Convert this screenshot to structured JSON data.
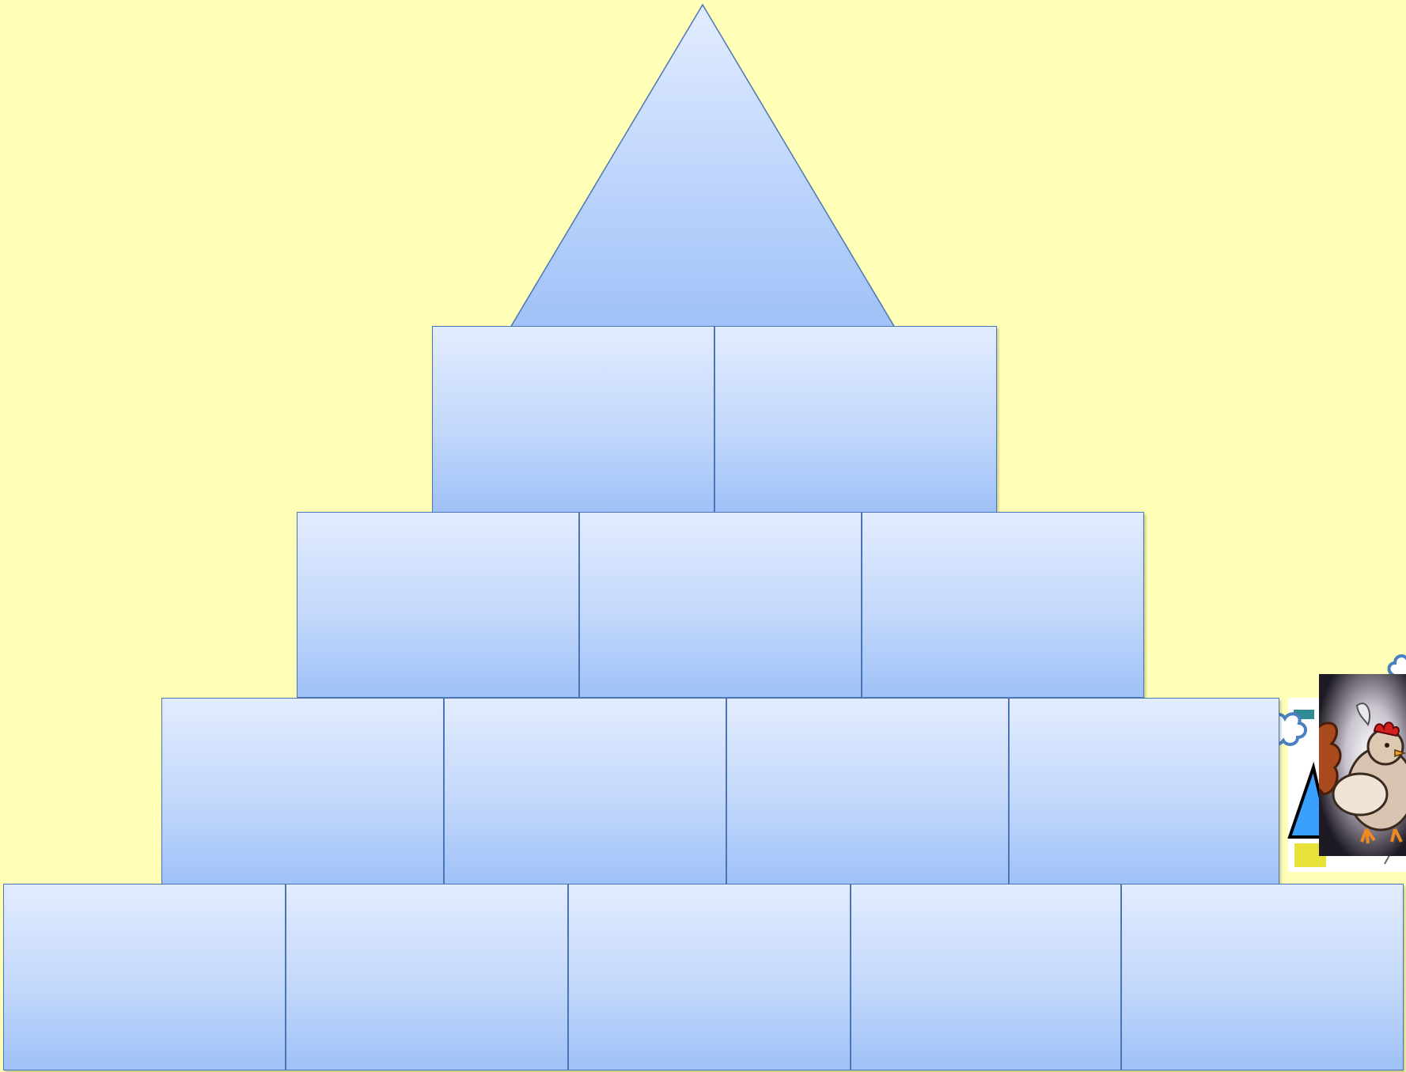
{
  "colors": {
    "background": "#ffffb8",
    "brick_top": "#e2ecff",
    "brick_bottom": "#9fc1f8",
    "brick_border": "#4a76b8"
  },
  "pyramid": {
    "apex": {
      "shape": "triangle"
    },
    "rows": [
      {
        "row": 1,
        "brick_count": 2
      },
      {
        "row": 2,
        "brick_count": 3
      },
      {
        "row": 3,
        "brick_count": 4
      },
      {
        "row": 4,
        "brick_count": 5
      }
    ]
  },
  "stickers": {
    "cloud_bubbles": 2,
    "cartoon": "rooster-and-hen-cartoon-image",
    "note_card": "partially-hidden-clipart-card"
  }
}
